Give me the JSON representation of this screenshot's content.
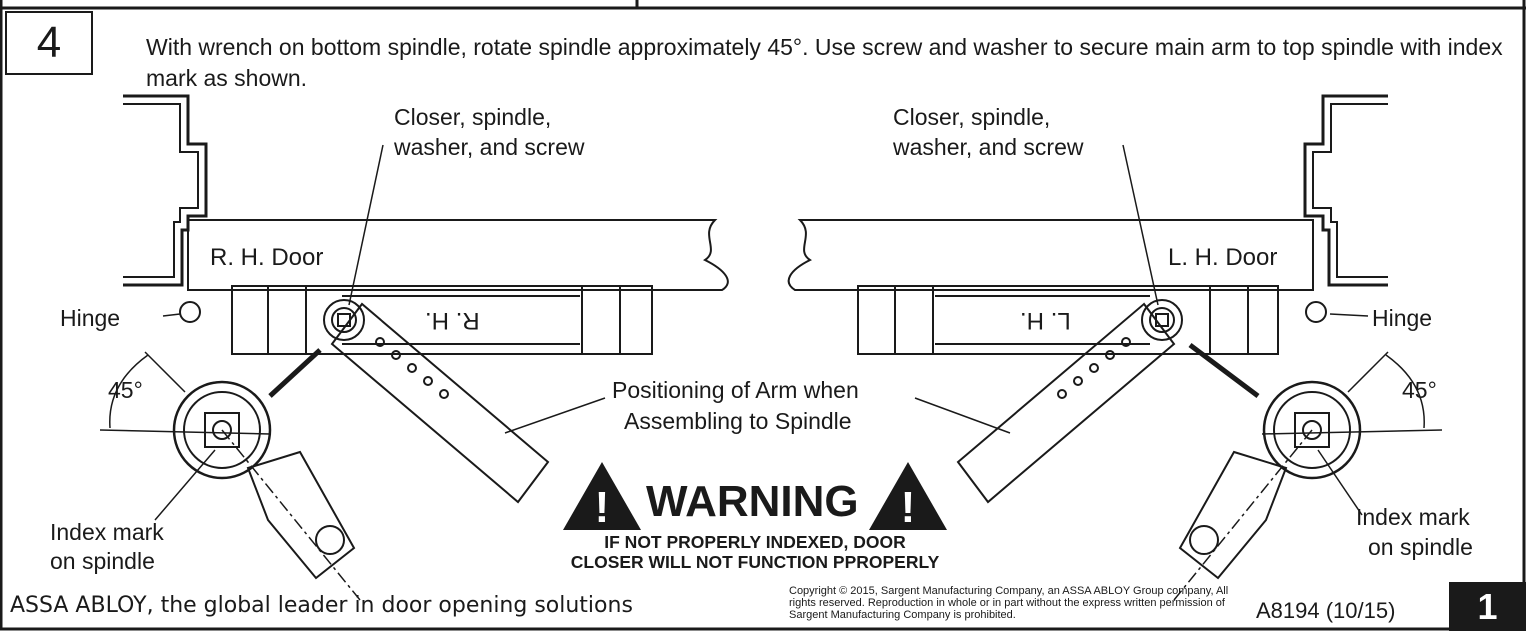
{
  "step": {
    "number": "4",
    "instruction": "With wrench on bottom spindle, rotate spindle approximately 45°. Use screw and washer to secure main arm to top spindle with index mark as shown."
  },
  "left_figure": {
    "callout_top_line1": "Closer, spindle,",
    "callout_top_line2": "washer, and screw",
    "door_label": "R. H. Door",
    "closer_label": "R. H.",
    "hinge_label": "Hinge",
    "angle_label": "45°",
    "index_line1": "Index mark",
    "index_line2": "on spindle"
  },
  "right_figure": {
    "callout_top_line1": "Closer, spindle,",
    "callout_top_line2": "washer, and screw",
    "door_label": "L. H. Door",
    "closer_label": "L. H.",
    "hinge_label": "Hinge",
    "angle_label": "45°",
    "index_line1": "Index mark",
    "index_line2": "on spindle"
  },
  "center_callout": {
    "line1": "Positioning of Arm when",
    "line2": "Assembling to Spindle"
  },
  "warning": {
    "title": "WARNING",
    "sub_line1": "IF NOT PROPERLY INDEXED, DOOR",
    "sub_line2": "CLOSER WILL NOT FUNCTION PPROPERLY"
  },
  "footer": {
    "tagline": "ASSA ABLOY, the global leader in door opening solutions",
    "copyright": "Copyright © 2015, Sargent Manufacturing Company, an ASSA ABLOY Group company, All rights reserved. Reproduction in whole or in part without the express written permission of Sargent Manufacturing Company is prohibited.",
    "doc_number": "A8194 (10/15)",
    "page_number": "1"
  }
}
